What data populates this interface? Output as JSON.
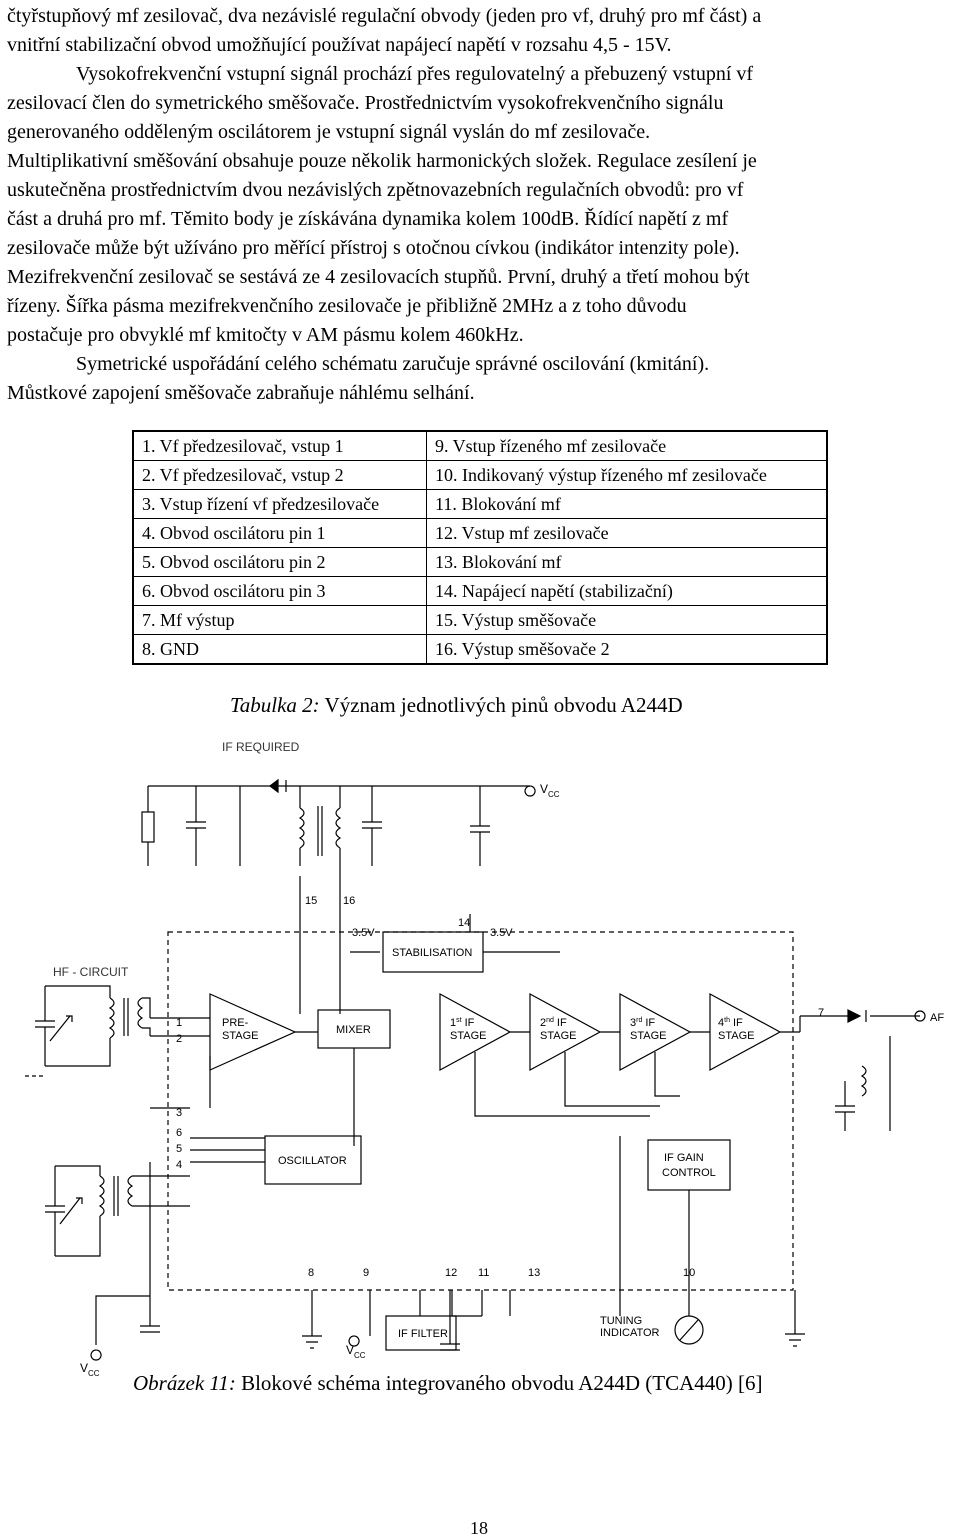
{
  "body_lines": [
    "čtyřstupňový mf zesilovač, dva nezávislé regulační obvody (jeden pro vf, druhý pro mf část) a",
    "vnitřní stabilizační obvod umožňující používat napájecí napětí v rozsahu 4,5 - 15V.",
    "Vysokofrekvenční vstupní signál prochází přes regulovatelný a přebuzený vstupní vf",
    "zesilovací člen do symetrického směšovače. Prostřednictvím vysokofrekvenčního signálu",
    "generovaného odděleným oscilátorem je vstupní signál vyslán do mf zesilovače.",
    "Multiplikativní směšování obsahuje pouze několik harmonických složek. Regulace zesílení je",
    "uskutečněna prostřednictvím dvou nezávislých zpětnovazebních regulačních obvodů: pro vf",
    "část a druhá pro mf. Těmito body je získávána dynamika kolem 100dB. Řídící napětí z mf",
    "zesilovače může být užíváno pro měřící přístroj s otočnou cívkou (indikátor intenzity pole).",
    "Mezifrekvenční zesilovač se sestává ze 4 zesilovacích stupňů. První, druhý a třetí mohou být",
    "řízeny. Šířka pásma mezifrekvenčního zesilovače je přibližně 2MHz a z toho důvodu",
    "postačuje pro obvyklé mf kmitočty v AM pásmu kolem 460kHz.",
    "Symetrické uspořádání celého schématu zaručuje správné oscilování (kmitání).",
    "Můstkové zapojení směšovače zabraňuje náhlému selhání."
  ],
  "pin_table": {
    "rows": [
      [
        "1. Vf předzesilovač, vstup 1",
        "9. Vstup řízeného mf zesilovače"
      ],
      [
        "2. Vf předzesilovač, vstup 2",
        "10. Indikovaný výstup řízeného mf zesilovače"
      ],
      [
        "3. Vstup řízení vf předzesilovače",
        "11. Blokování mf"
      ],
      [
        "4. Obvod oscilátoru pin 1",
        "12. Vstup mf zesilovače"
      ],
      [
        "5. Obvod oscilátoru pin 2",
        "13. Blokování mf"
      ],
      [
        "6. Obvod oscilátoru pin 3",
        "14. Napájecí napětí (stabilizační)"
      ],
      [
        "7. Mf výstup",
        "15. Výstup směšovače"
      ],
      [
        "8. GND",
        "16. Výstup směšovače 2"
      ]
    ]
  },
  "table_caption": {
    "lead": "Tabulka 2:",
    "text": "Význam jednotlivých pinů obvodu A244D"
  },
  "diagram": {
    "if_required": "IF REQUIRED",
    "hf_circuit": "HF - CIRCUIT",
    "vcc": "V",
    "vcc_sub": "CC",
    "stabilisation": "STABILISATION",
    "v35_a": "3.5V",
    "v35_b": "3.5V",
    "prestage_1": "PRE-",
    "prestage_2": "STAGE",
    "mixer": "MIXER",
    "if1_a": "1",
    "if1_sup": "st",
    "if1_b": "IF",
    "if1_c": "STAGE",
    "if2_a": "2",
    "if2_sup": "nd",
    "if2_b": "IF",
    "if2_c": "STAGE",
    "if3_a": "3",
    "if3_sup": "rd",
    "if3_b": "IF",
    "if3_c": "STAGE",
    "if4_a": "4",
    "if4_sup": "th",
    "if4_b": "IF",
    "if4_c": "STAGE",
    "oscillator": "OSCILLATOR",
    "if_gain_1": "IF GAIN",
    "if_gain_2": "CONTROL",
    "if_filter": "IF FILTER",
    "tuning_1": "TUNING",
    "tuning_2": "INDICATOR",
    "af": "AF",
    "pins": [
      "1",
      "2",
      "3",
      "4",
      "5",
      "6",
      "7",
      "8",
      "9",
      "10",
      "11",
      "12",
      "13",
      "14",
      "15",
      "16"
    ]
  },
  "figure_caption": {
    "lead": "Obrázek 11:",
    "text": "Blokové schéma integrovaného obvodu A244D (TCA440) [6]"
  },
  "page_number": "18"
}
